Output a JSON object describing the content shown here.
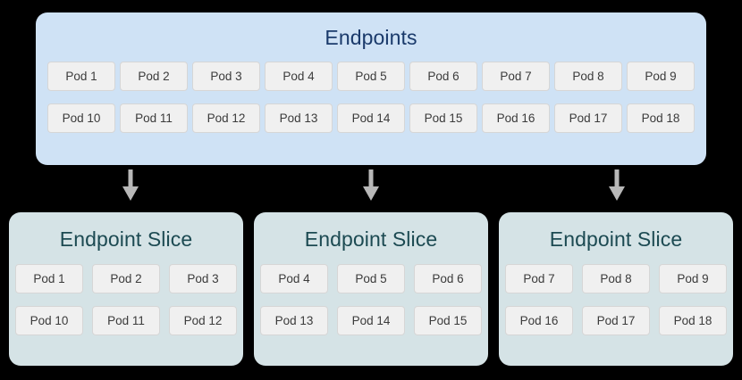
{
  "colors": {
    "background": "#000000",
    "endpoints_box_fill": "#cfe2f5",
    "endpoints_title": "#1a3a6b",
    "slice_box_fill": "#d5e3e6",
    "slice_title": "#1c4a52",
    "pod_fill": "#f0f0f0",
    "pod_border": "#d6d6d6",
    "pod_text": "#3b3b3b",
    "arrow": "#b8b8b8"
  },
  "endpoints": {
    "title": "Endpoints",
    "rows": [
      [
        "Pod 1",
        "Pod 2",
        "Pod 3",
        "Pod 4",
        "Pod 5",
        "Pod 6",
        "Pod 7",
        "Pod 8",
        "Pod 9"
      ],
      [
        "Pod 10",
        "Pod 11",
        "Pod 12",
        "Pod 13",
        "Pod 14",
        "Pod 15",
        "Pod 16",
        "Pod 17",
        "Pod 18"
      ]
    ]
  },
  "arrows": [
    {
      "name": "arrow-to-slice-1"
    },
    {
      "name": "arrow-to-slice-2"
    },
    {
      "name": "arrow-to-slice-3"
    }
  ],
  "slices": [
    {
      "title": "Endpoint Slice",
      "rows": [
        [
          "Pod 1",
          "Pod 2",
          "Pod 3"
        ],
        [
          "Pod 10",
          "Pod 11",
          "Pod 12"
        ]
      ]
    },
    {
      "title": "Endpoint Slice",
      "rows": [
        [
          "Pod 4",
          "Pod 5",
          "Pod 6"
        ],
        [
          "Pod 13",
          "Pod 14",
          "Pod 15"
        ]
      ]
    },
    {
      "title": "Endpoint Slice",
      "rows": [
        [
          "Pod 7",
          "Pod 8",
          "Pod 9"
        ],
        [
          "Pod 16",
          "Pod 17",
          "Pod 18"
        ]
      ]
    }
  ]
}
